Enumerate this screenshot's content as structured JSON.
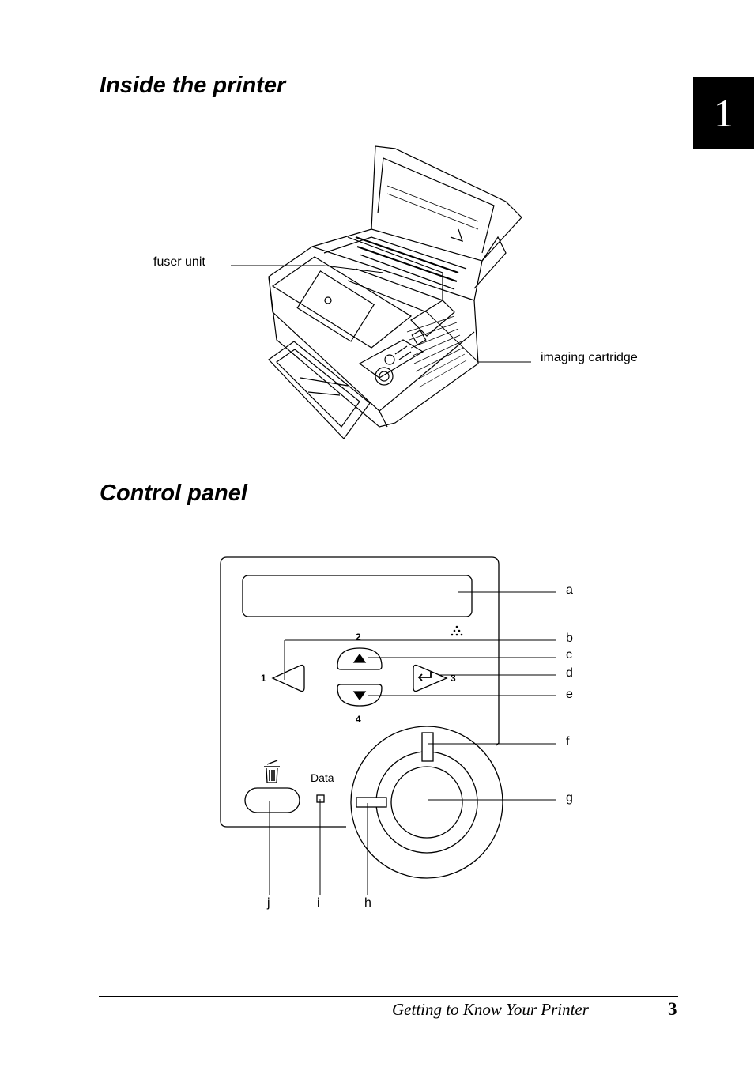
{
  "chapter_tab": "1",
  "sections": {
    "inside_title": "Inside the printer",
    "control_title": "Control panel"
  },
  "inside_labels": {
    "fuser": "fuser unit",
    "imaging": "imaging cartridge"
  },
  "panel": {
    "callouts": [
      "a",
      "b",
      "c",
      "d",
      "e",
      "f",
      "g",
      "h",
      "i",
      "j"
    ],
    "button_numbers": [
      "1",
      "2",
      "3",
      "4"
    ],
    "data_label": "Data"
  },
  "footer": {
    "title": "Getting to Know Your Printer",
    "page": "3"
  }
}
